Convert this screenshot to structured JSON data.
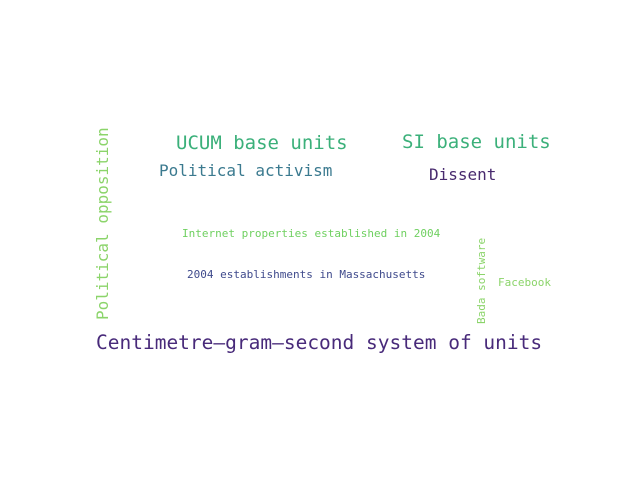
{
  "words": [
    {
      "text": "UCUM base units",
      "color": "#3bb07a"
    },
    {
      "text": "SI base units",
      "color": "#3bb07a"
    },
    {
      "text": "Political activism",
      "color": "#3b7a8f"
    },
    {
      "text": "Dissent",
      "color": "#482a6e"
    },
    {
      "text": "Political opposition",
      "color": "#8bd46a"
    },
    {
      "text": "Internet properties established in 2004",
      "color": "#6fd060"
    },
    {
      "text": "Bada software",
      "color": "#8bd46a"
    },
    {
      "text": "2004 establishments in Massachusetts",
      "color": "#3f4a8c"
    },
    {
      "text": "Facebook",
      "color": "#8bd46a"
    },
    {
      "text": "Centimetre–gram–second system of units",
      "color": "#482a7a"
    }
  ]
}
